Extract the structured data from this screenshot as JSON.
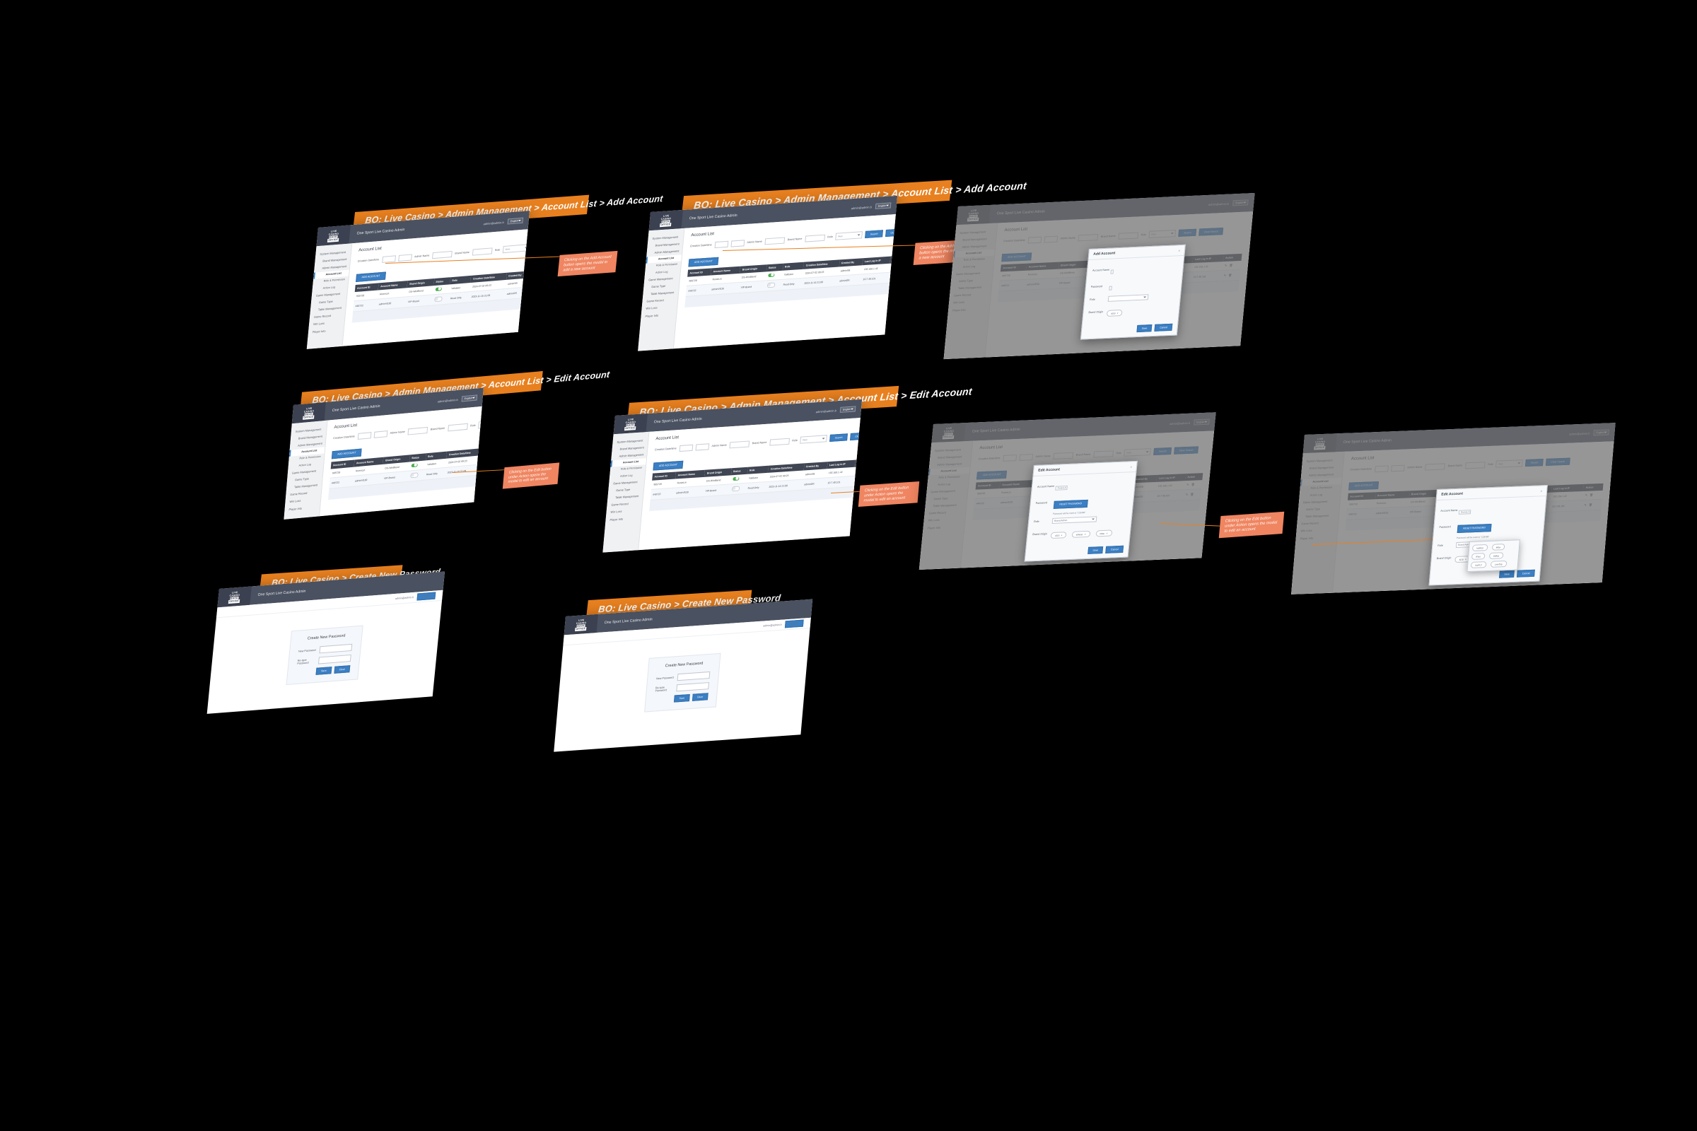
{
  "app": {
    "logo_line1": "LIVE",
    "logo_line2": "CASINO",
    "logo_line3": "BACK",
    "logo_line4": "OFFICE",
    "title": "One Sport Live Casino Admin",
    "user": "admin@admin.b",
    "lang": "English"
  },
  "banners": {
    "add_account": "BO: Live Casino > Admin Management > Account List > Add Account",
    "edit_account": "BO: Live Casino > Admin Management > Account List > Edit Account",
    "create_password": "BO: Live Casino > Create New Password"
  },
  "notes": {
    "add": "Clicking on the Add Account button opens the modal to add a new account",
    "edit": "Clicking on the Edit button under Action opens the modal to edit an account"
  },
  "sidebar": {
    "items": [
      {
        "label": "System Management",
        "level": 1,
        "active": false
      },
      {
        "label": "Brand Management",
        "level": 2,
        "active": false
      },
      {
        "label": "Admin Management",
        "level": 2,
        "active": false
      },
      {
        "label": "Account List",
        "level": 3,
        "active": true
      },
      {
        "label": "Role & Permission",
        "level": 3,
        "active": false
      },
      {
        "label": "Action Log",
        "level": 3,
        "active": false
      },
      {
        "label": "Game Management",
        "level": 1,
        "active": false
      },
      {
        "label": "Game Type",
        "level": 2,
        "active": false
      },
      {
        "label": "Table Management",
        "level": 2,
        "active": false
      },
      {
        "label": "Game Record",
        "level": 1,
        "active": false
      },
      {
        "label": "Win Loss",
        "level": 1,
        "active": false
      },
      {
        "label": "Player Info",
        "level": 1,
        "active": false
      }
    ]
  },
  "account_list": {
    "page_title": "Account List",
    "filters": {
      "creation_date_label": "Creation Date/time",
      "admin_name_label": "Admin Name",
      "brand_name_label": "Brand Name",
      "role_label": "Role",
      "role_value": "View",
      "search_label": "Search",
      "clear_label": "Clear Search"
    },
    "add_button": "ADD ACCOUNT",
    "columns": [
      "Account ID",
      "Account Name",
      "Brand Origin",
      "Status",
      "Role",
      "Creation Date/time",
      "Created By",
      "Last Log In IP",
      "Action"
    ],
    "rows": [
      {
        "account_id": "905728",
        "account_name": "RoninLin",
        "brand_origin": "OS-WinBlend",
        "status": "on",
        "role": "Validator",
        "creation": "2024-07-02 09:23",
        "created_by": "adminSB",
        "last_ip": "192.168.1.42",
        "action": "edit-delete"
      },
      {
        "account_id": "448722",
        "account_name": "adminVE30",
        "brand_origin": "VIP-Brand",
        "status": "off",
        "role": "Read Only",
        "creation": "2023-11-16 21:08",
        "created_by": "adminGR",
        "last_ip": "10.7.48.101",
        "action": "edit-delete"
      }
    ]
  },
  "add_modal": {
    "title": "Add Account",
    "close": "×",
    "account_name_label": "Account Name",
    "account_name_value": "",
    "password_label": "Password",
    "password_value": "",
    "role_label": "Role",
    "role_value": "",
    "brand_origin_label": "Brand Origin",
    "brand_chip": "ADD",
    "save_label": "Save",
    "cancel_label": "Cancel"
  },
  "edit_modal": {
    "title": "Edit Account",
    "close": "×",
    "account_name_label": "Account Name",
    "account_name_value": "RoninLin",
    "password_label": "Password",
    "reset_label": "RESET PASSWORD",
    "hint": "Password will be reset to \"123456\"",
    "role_label": "Role",
    "role_value": "Brand Admin",
    "brand_origin_label": "Brand Origin",
    "chips": [
      "ADD",
      "InWest",
      "iMax"
    ],
    "save_label": "Save",
    "cancel_label": "Cancel",
    "dropdown_options": [
      "InWest",
      "iMax",
      "iPlus",
      "InMax",
      "InoPLY",
      "LiveTop"
    ]
  },
  "create_password": {
    "title": "Create New Password",
    "new_password_label": "New Password",
    "retype_password_label": "Re-type Password",
    "new_password_value": "",
    "retype_password_value": "",
    "save_label": "Save",
    "clear_label": "Clear"
  },
  "colors": {
    "background": "#000000",
    "banner": "#e8801f",
    "note": "#ef8561",
    "topbar": "#4a5160",
    "accent_button": "#3b7fc4",
    "table_header": "#3f4552",
    "toggle_on": "#4caf50"
  }
}
